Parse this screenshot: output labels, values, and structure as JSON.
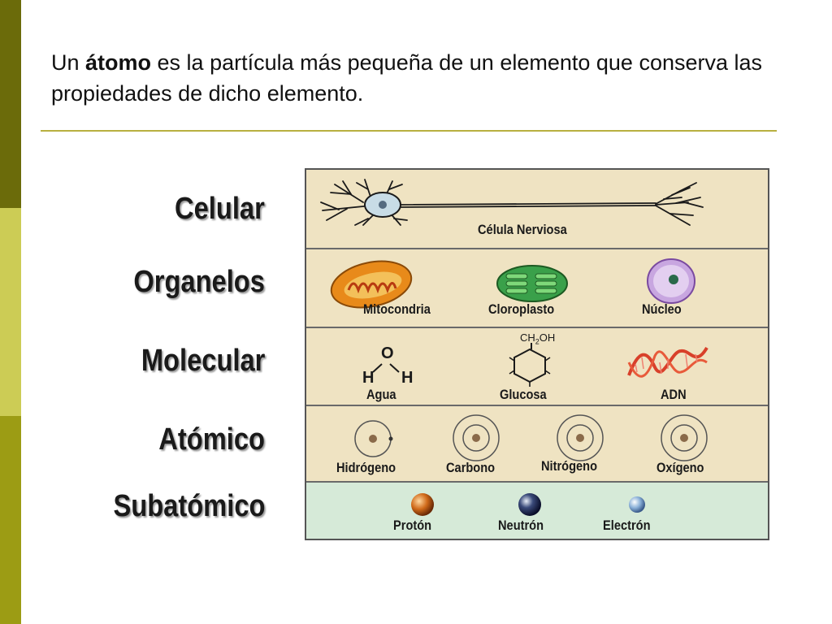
{
  "definition": {
    "prefix": "Un ",
    "keyword": "átomo",
    "rest": " es la partícula más pequeña de un elemento que conserva las propiedades de dicho elemento."
  },
  "levels": [
    "Celular",
    "Organelos",
    "Molecular",
    "Atómico",
    "Subatómico"
  ],
  "cellular": {
    "items": [
      "Célula Nerviosa"
    ]
  },
  "organelles": {
    "items": [
      "Mitocondria",
      "Cloroplasto",
      "Núcleo"
    ]
  },
  "molecular": {
    "items": [
      "Agua",
      "Glucosa",
      "ADN"
    ],
    "water_atoms": [
      "O",
      "H",
      "H"
    ],
    "glucose_group": {
      "main": "CH",
      "sub": "2",
      "tail": "OH"
    }
  },
  "atomic": {
    "items": [
      "Hidrógeno",
      "Carbono",
      "Nitrógeno",
      "Oxígeno"
    ]
  },
  "subatomic": {
    "items": [
      "Protón",
      "Neutrón",
      "Electrón"
    ]
  },
  "colors": {
    "sidebar_top": "#6b6b0a",
    "sidebar_mid": "#cccc55",
    "sidebar_bottom": "#9c9c14",
    "rule": "#b8b040",
    "panel_background": "#efe3c2",
    "subatomic_background": "#d6ead8",
    "dna_red": "#d8402a",
    "mitochondria_orange": "#e88a1a",
    "chloroplast_green": "#3aa04a",
    "nucleus_lavender": "#c8a6e0"
  },
  "icons": [
    "nerve-cell-icon",
    "mitochondria-icon",
    "chloroplast-icon",
    "nucleus-icon",
    "water-molecule-icon",
    "glucose-ring-icon",
    "dna-helix-icon",
    "hydrogen-atom-icon",
    "carbon-atom-icon",
    "nitrogen-atom-icon",
    "oxygen-atom-icon",
    "proton-sphere-icon",
    "neutron-sphere-icon",
    "electron-sphere-icon"
  ]
}
